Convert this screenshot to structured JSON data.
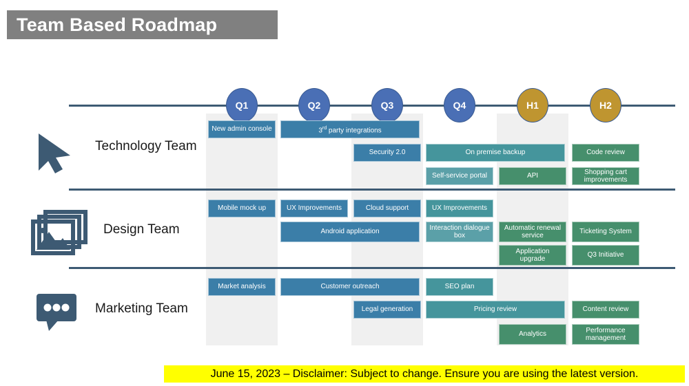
{
  "title": "Team Based Roadmap",
  "timeline": {
    "nodes": [
      {
        "label": "Q1",
        "kind": "q"
      },
      {
        "label": "Q2",
        "kind": "q"
      },
      {
        "label": "Q3",
        "kind": "q"
      },
      {
        "label": "Q4",
        "kind": "q"
      },
      {
        "label": "H1",
        "kind": "h"
      },
      {
        "label": "H2",
        "kind": "h"
      }
    ],
    "colors": {
      "quarter": "#4a6fb5",
      "half": "#bf9530",
      "line": "#3d5a73"
    }
  },
  "columns": [
    "Q1",
    "Q2",
    "Q3",
    "Q4",
    "H1",
    "H2"
  ],
  "rows": [
    {
      "name": "Technology Team",
      "icon": "cursor-pointer-icon",
      "tasks": [
        {
          "label": "New admin console",
          "start": "Q1",
          "span": 1,
          "lane": 0,
          "color": "blue"
        },
        {
          "label": "3rd party integrations",
          "start": "Q2",
          "span": 2,
          "lane": 0,
          "color": "blue"
        },
        {
          "label": "Security 2.0",
          "start": "Q3",
          "span": 1,
          "lane": 1,
          "color": "blue"
        },
        {
          "label": "On premise backup",
          "start": "Q4",
          "span": 2,
          "lane": 1,
          "color": "teal"
        },
        {
          "label": "Code review",
          "start": "H2",
          "span": 1,
          "lane": 1,
          "color": "green"
        },
        {
          "label": "Self-service portal",
          "start": "Q4",
          "span": 1,
          "lane": 2,
          "color": "teal-lt"
        },
        {
          "label": "API",
          "start": "H1",
          "span": 1,
          "lane": 2,
          "color": "green"
        },
        {
          "label": "Shopping cart improvements",
          "start": "H2",
          "span": 1,
          "lane": 2,
          "color": "green"
        }
      ]
    },
    {
      "name": "Design Team",
      "icon": "images-stack-icon",
      "tasks": [
        {
          "label": "Mobile mock up",
          "start": "Q1",
          "span": 1,
          "lane": 0,
          "color": "blue"
        },
        {
          "label": "UX Improvements",
          "start": "Q2",
          "span": 1,
          "lane": 0,
          "color": "blue"
        },
        {
          "label": "Cloud support",
          "start": "Q3",
          "span": 1,
          "lane": 0,
          "color": "blue"
        },
        {
          "label": "UX Improvements",
          "start": "Q4",
          "span": 1,
          "lane": 0,
          "color": "teal"
        },
        {
          "label": "Android application",
          "start": "Q2",
          "span": 2,
          "lane": 1,
          "color": "blue"
        },
        {
          "label": "Interaction dialogue box",
          "start": "Q4",
          "span": 1,
          "lane": 1,
          "color": "teal-lt"
        },
        {
          "label": "Automatic renewal service",
          "start": "H1",
          "span": 1,
          "lane": 1,
          "color": "green"
        },
        {
          "label": "Ticketing System",
          "start": "H2",
          "span": 1,
          "lane": 1,
          "color": "green"
        },
        {
          "label": "Application upgrade",
          "start": "H1",
          "span": 1,
          "lane": 2,
          "color": "green"
        },
        {
          "label": "Q3 Initiative",
          "start": "H2",
          "span": 1,
          "lane": 2,
          "color": "green"
        }
      ]
    },
    {
      "name": "Marketing Team",
      "icon": "speech-bubble-icon",
      "tasks": [
        {
          "label": "Market analysis",
          "start": "Q1",
          "span": 1,
          "lane": 0,
          "color": "blue"
        },
        {
          "label": "Customer outreach",
          "start": "Q2",
          "span": 2,
          "lane": 0,
          "color": "blue"
        },
        {
          "label": "SEO plan",
          "start": "Q4",
          "span": 1,
          "lane": 0,
          "color": "teal"
        },
        {
          "label": "Legal generation",
          "start": "Q3",
          "span": 1,
          "lane": 1,
          "color": "blue"
        },
        {
          "label": "Pricing review",
          "start": "Q4",
          "span": 2,
          "lane": 1,
          "color": "teal"
        },
        {
          "label": "Content review",
          "start": "H2",
          "span": 1,
          "lane": 1,
          "color": "green"
        },
        {
          "label": "Analytics",
          "start": "H1",
          "span": 1,
          "lane": 2,
          "color": "green"
        },
        {
          "label": "Performance management",
          "start": "H2",
          "span": 1,
          "lane": 2,
          "color": "green"
        }
      ]
    }
  ],
  "footer": {
    "text": "June 15, 2023 – Disclaimer: Subject to change. Ensure you are using the latest version.",
    "highlight_color": "#ffff00"
  },
  "palette": {
    "blue": "#3b7ea8",
    "teal": "#45959c",
    "teal_light": "#5ba0a8",
    "green": "#468f6c",
    "band": "#f0f0f0",
    "title_bar": "#808080",
    "icon": "#3d5a73"
  }
}
